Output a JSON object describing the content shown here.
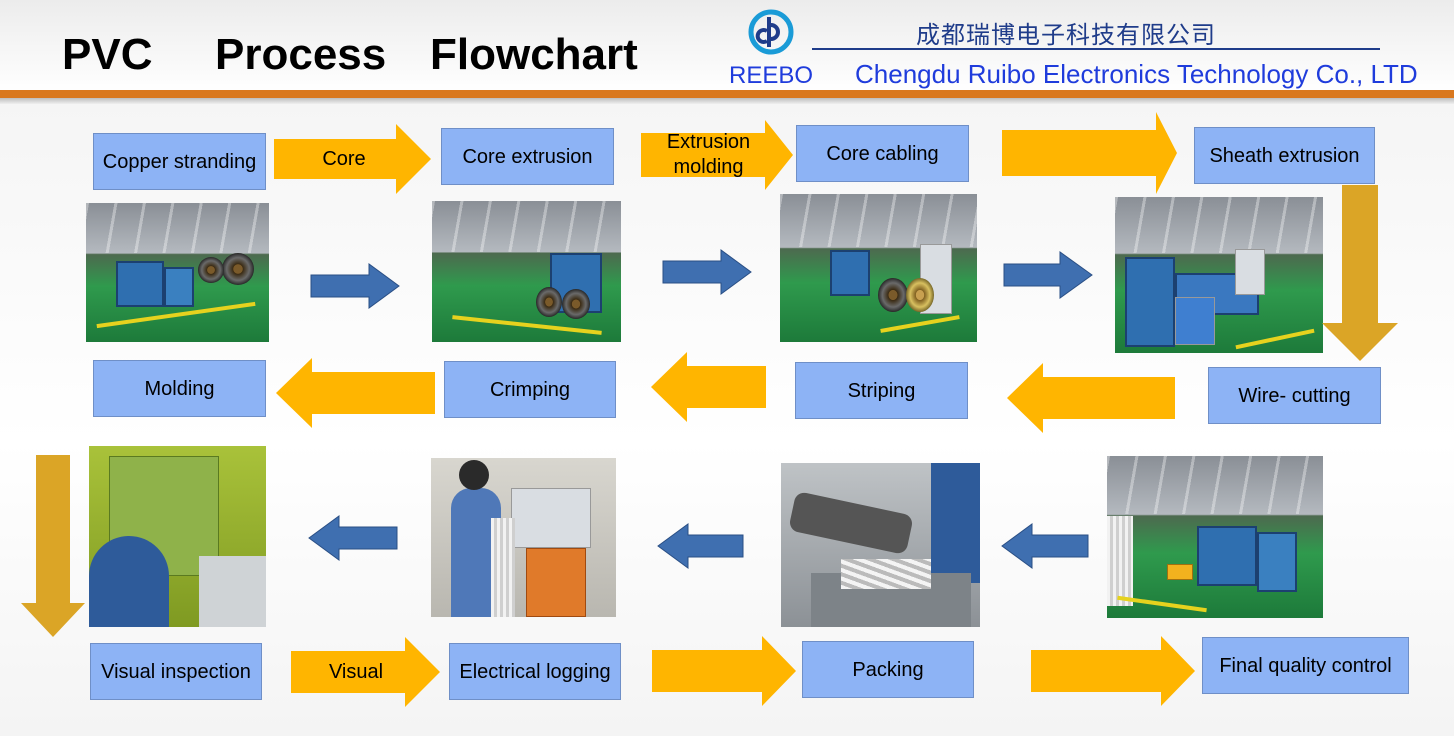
{
  "header": {
    "title_words": [
      "PVC",
      "Process",
      "Flowchart"
    ],
    "company_cn": "成都瑞博电子科技有限公司",
    "company_en": "Chengdu Ruibo Electronics Technology Co., LTD",
    "brand": "REEBO",
    "logo_icon": "rb-circle-logo"
  },
  "colors": {
    "box_fill": "#8db3f5",
    "process_arrow": "#ffb500",
    "photo_arrow": "#3f6fb0",
    "vertical_arrow": "#dba526",
    "header_rule": "#d9781e",
    "company_text": "#1f3cdc"
  },
  "steps": {
    "copper_stranding": "Copper stranding",
    "core_extrusion": "Core extrusion",
    "core_cabling": "Core cabling",
    "sheath_extrusion": "Sheath extrusion",
    "wire_cutting": "Wire- cutting",
    "striping": "Striping",
    "crimping": "Crimping",
    "molding": "Molding",
    "visual_inspection": "Visual inspection",
    "electrical_logging": "Electrical logging",
    "packing": "Packing",
    "final_quality_control": "Final quality control"
  },
  "arrow_labels": {
    "core": "Core",
    "extrusion_molding": "Extrusion\nmolding",
    "visual": "Visual"
  },
  "photos": [
    "stranding-machine-photo",
    "extrusion-line-photo",
    "cabling-machine-photo",
    "sheath-extruder-photo",
    "molding-press-photo",
    "electrical-test-photo",
    "packing-photo",
    "quality-control-line-photo"
  ]
}
